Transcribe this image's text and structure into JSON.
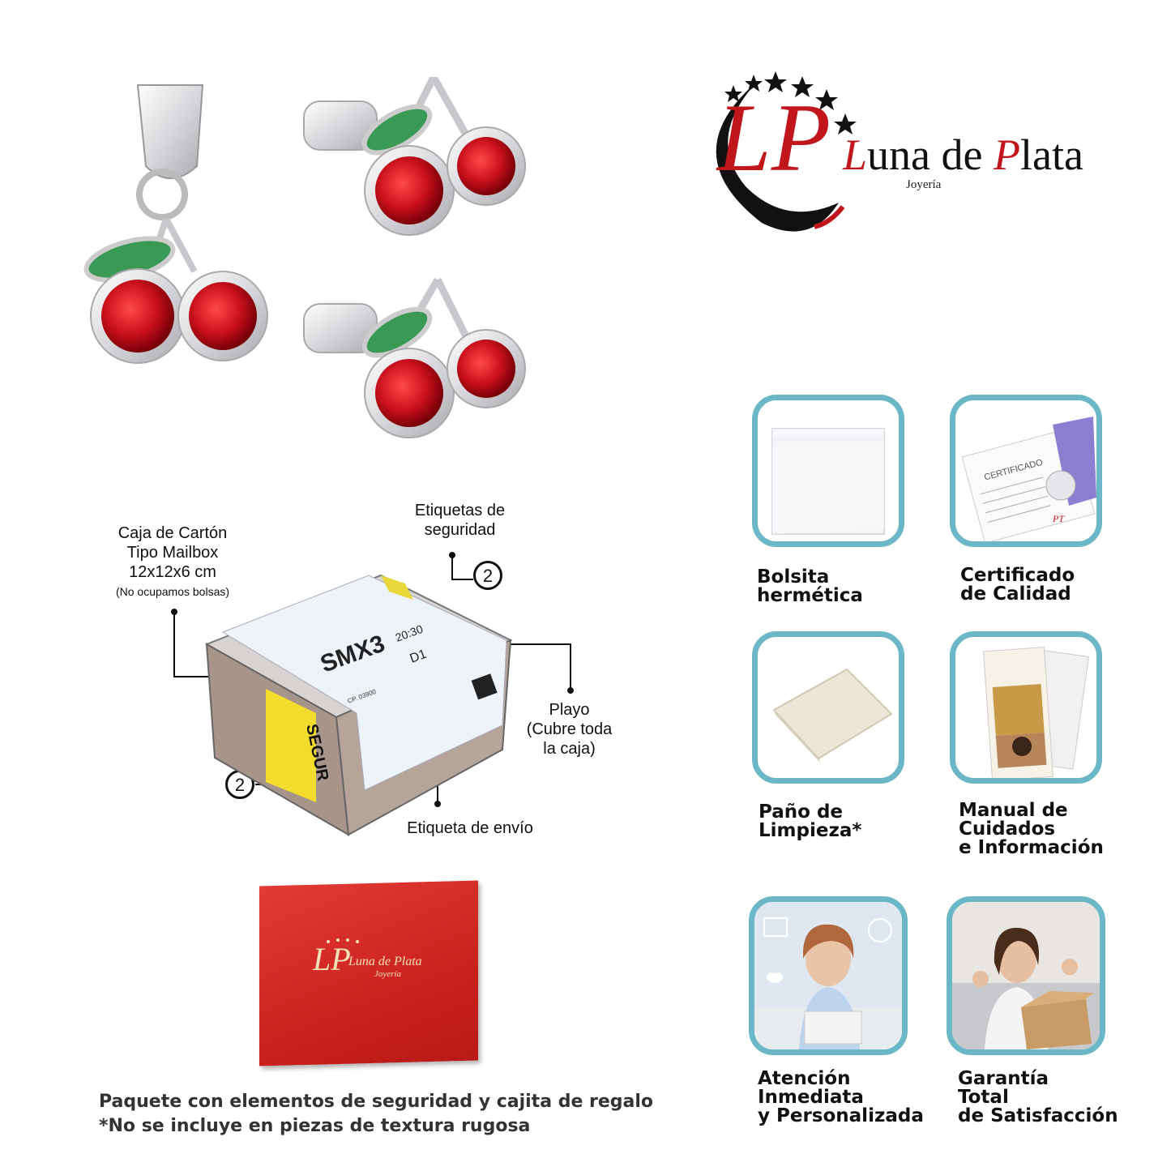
{
  "logo": {
    "brand_prefix": "L",
    "brand_una": "una de ",
    "brand_p": "P",
    "brand_lata": "lata",
    "monogram": "LP",
    "subtitle": "Joyería"
  },
  "box_diagram": {
    "box_label": [
      "Caja de Cartón",
      "Tipo Mailbox",
      "12x12x6 cm"
    ],
    "box_note": "(No ocupamos bolsas)",
    "security_labels": [
      "Etiquetas de",
      "seguridad"
    ],
    "count_top": "2",
    "count_left": "2",
    "wrap_label": [
      "Playo",
      "(Cubre toda",
      "la caja)"
    ],
    "shipping_label": "Etiqueta de envío",
    "sticker_code": "SMX3",
    "sticker_time": "20:30",
    "sticker_d": "D1",
    "sticker_cp": "CP. 03900",
    "tape_text": "SEGUR"
  },
  "gift_box": {
    "brand": "Luna de Plata",
    "sub": "Joyería"
  },
  "features": [
    {
      "label_lines": [
        "Bolsita",
        "hermética"
      ]
    },
    {
      "label_lines": [
        "Certificado",
        "de Calidad"
      ]
    },
    {
      "label_lines": [
        "Paño de",
        "Limpieza*"
      ]
    },
    {
      "label_lines": [
        "Manual de",
        "Cuidados",
        "e Información"
      ]
    },
    {
      "label_lines": [
        "Atención",
        "Inmediata",
        "y Personalizada"
      ]
    },
    {
      "label_lines": [
        "Garantía",
        "Total",
        "de Satisfacción"
      ]
    }
  ],
  "certificate": {
    "title": "CERTIFICADO",
    "mark": "PT"
  },
  "footer": {
    "line1": "Paquete con elementos de seguridad y cajita de regalo",
    "line2": "*No se incluye en piezas de textura rugosa"
  },
  "colors": {
    "card_border": "#6bb7c7",
    "brand_red": "#c0161c",
    "gift_red": "#d9322e"
  }
}
